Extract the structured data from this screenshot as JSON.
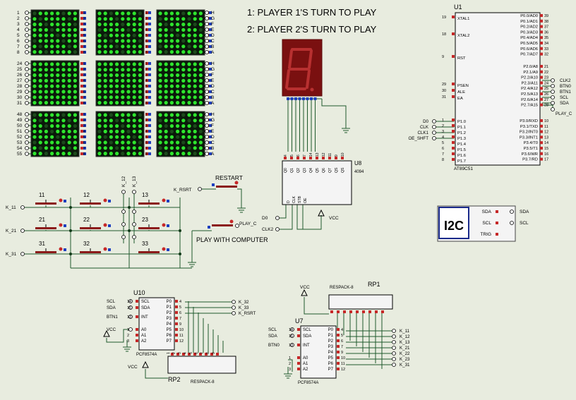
{
  "messages": {
    "player1": "1: PLAYER 1'S TURN TO PLAY",
    "player2": "2: PLAYER 2'S TURN TO PLAY"
  },
  "matrix": {
    "row_pins": [
      [
        "1",
        "2",
        "3",
        "4",
        "5",
        "6",
        "7",
        "8"
      ],
      [
        "24",
        "25",
        "26",
        "27",
        "28",
        "29",
        "30",
        "31"
      ],
      [
        "48",
        "49",
        "50",
        "51",
        "52",
        "53",
        "54",
        "55"
      ]
    ],
    "col_letters": [
      "H",
      "G",
      "F",
      "E",
      "D",
      "C",
      "B",
      "A"
    ]
  },
  "u1": {
    "ref": "U1",
    "part": "AT89C51",
    "left_pins": [
      {
        "n": "19",
        "name": "XTAL1"
      },
      {
        "n": "18",
        "name": "XTAL2"
      },
      {
        "n": "9",
        "name": "RST"
      },
      {
        "n": "29",
        "name": "PSEN"
      },
      {
        "n": "30",
        "name": "ALE"
      },
      {
        "n": "31",
        "name": "EA"
      },
      {
        "n": "1",
        "name": "P1.0"
      },
      {
        "n": "2",
        "name": "P1.1"
      },
      {
        "n": "3",
        "name": "P1.2"
      },
      {
        "n": "4",
        "name": "P1.3"
      },
      {
        "n": "5",
        "name": "P1.4"
      },
      {
        "n": "6",
        "name": "P1.5"
      },
      {
        "n": "7",
        "name": "P1.6"
      },
      {
        "n": "8",
        "name": "P1.7"
      }
    ],
    "right_pins": [
      {
        "n": "39",
        "name": "P0.0/AD0"
      },
      {
        "n": "38",
        "name": "P0.1/AD1"
      },
      {
        "n": "37",
        "name": "P0.2/AD2"
      },
      {
        "n": "36",
        "name": "P0.3/AD3"
      },
      {
        "n": "35",
        "name": "P0.4/AD4"
      },
      {
        "n": "34",
        "name": "P0.5/AD5"
      },
      {
        "n": "33",
        "name": "P0.6/AD6"
      },
      {
        "n": "32",
        "name": "P0.7/AD7"
      },
      {
        "n": "21",
        "name": "P2.0/A8"
      },
      {
        "n": "22",
        "name": "P2.1/A9"
      },
      {
        "n": "23",
        "name": "P2.2/A10"
      },
      {
        "n": "24",
        "name": "P2.3/A11"
      },
      {
        "n": "25",
        "name": "P2.4/A12"
      },
      {
        "n": "26",
        "name": "P2.5/A13"
      },
      {
        "n": "27",
        "name": "P2.6/A14"
      },
      {
        "n": "28",
        "name": "P2.7/A15"
      },
      {
        "n": "10",
        "name": "P3.0/RXD"
      },
      {
        "n": "11",
        "name": "P3.1/TXD"
      },
      {
        "n": "12",
        "name": "P3.2/INT0"
      },
      {
        "n": "13",
        "name": "P3.3/INT1"
      },
      {
        "n": "14",
        "name": "P3.4/T0"
      },
      {
        "n": "15",
        "name": "P3.5/T1"
      },
      {
        "n": "16",
        "name": "P3.6/WR"
      },
      {
        "n": "17",
        "name": "P3.7/RD"
      }
    ],
    "p1_nets": [
      "D0",
      "CLK",
      "CLK1",
      "OE_SHFT"
    ],
    "p2_nets": [
      "CLK2",
      "BTN0",
      "BTN1",
      "SCL",
      "SDA"
    ],
    "p2_extra_net": "PLAY_C"
  },
  "u8": {
    "ref": "U8",
    "part": "4094",
    "top_pins": [
      "Q0",
      "Q1",
      "Q2",
      "Q3",
      "Q4",
      "Q5",
      "Q6",
      "Q7",
      "QS",
      "QS"
    ],
    "top_pin_nums": [
      "4",
      "5",
      "6",
      "7",
      "14",
      "13",
      "12",
      "11",
      "9",
      "10"
    ],
    "left_pins": [
      "D",
      "CLK",
      "STB",
      "OE"
    ],
    "left_nums": [
      "2",
      "3",
      "1",
      "15"
    ],
    "nets": {
      "d0": "D0",
      "clk2": "CLK2",
      "vcc": "VCC"
    }
  },
  "switches": {
    "labels": [
      "11",
      "12",
      "13",
      "21",
      "22",
      "23",
      "31",
      "32",
      "33"
    ],
    "row_nets": [
      "K_11",
      "K_21",
      "K_31"
    ],
    "col_nets": [
      "K_12",
      "K_13"
    ],
    "restart": "RESTART",
    "restart_net": "K_RSRT",
    "play_c": "PLAY_C",
    "play_computer": "PLAY WITH COMPUTER"
  },
  "i2c": {
    "title": "I2C",
    "pins": [
      "SDA",
      "SCL",
      "TRIG"
    ],
    "nets": [
      "SDA",
      "SCL"
    ]
  },
  "u10": {
    "ref": "U10",
    "part": "PCF8574A",
    "left": [
      {
        "n": "14",
        "name": "SCL",
        "net": "SCL"
      },
      {
        "n": "15",
        "name": "SDA",
        "net": "SDA"
      },
      {
        "n": "13",
        "name": "INT",
        "net": "BTN1"
      },
      {
        "n": "1",
        "name": "A0",
        "net": "VCC"
      },
      {
        "n": "2",
        "name": "A1",
        "net": ""
      },
      {
        "n": "3",
        "name": "A2",
        "net": ""
      }
    ],
    "right": [
      {
        "n": "4",
        "name": "P0"
      },
      {
        "n": "5",
        "name": "P1"
      },
      {
        "n": "6",
        "name": "P2"
      },
      {
        "n": "7",
        "name": "P3"
      },
      {
        "n": "9",
        "name": "P4"
      },
      {
        "n": "10",
        "name": "P5"
      },
      {
        "n": "11",
        "name": "P6"
      },
      {
        "n": "12",
        "name": "P7"
      }
    ],
    "nets": [
      "K_32",
      "K_33",
      "K_RSRT"
    ]
  },
  "u7": {
    "ref": "U7",
    "part": "PCF8574A",
    "left": [
      {
        "n": "14",
        "name": "SCL",
        "net": "SCL"
      },
      {
        "n": "15",
        "name": "SDA",
        "net": "SDA"
      },
      {
        "n": "13",
        "name": "INT",
        "net": "BTN0"
      },
      {
        "n": "1",
        "name": "A0",
        "net": ""
      },
      {
        "n": "2",
        "name": "A1",
        "net": ""
      },
      {
        "n": "3",
        "name": "A2",
        "net": ""
      }
    ],
    "right": [
      {
        "n": "4",
        "name": "P0"
      },
      {
        "n": "5",
        "name": "P1"
      },
      {
        "n": "6",
        "name": "P2"
      },
      {
        "n": "7",
        "name": "P3"
      },
      {
        "n": "9",
        "name": "P4"
      },
      {
        "n": "10",
        "name": "P5"
      },
      {
        "n": "11",
        "name": "P6"
      },
      {
        "n": "12",
        "name": "P7"
      }
    ],
    "nets": [
      "K_11",
      "K_12",
      "K_13",
      "K_21",
      "K_22",
      "K_23",
      "K_31"
    ]
  },
  "rp1": {
    "ref": "RP1",
    "part": "RESPACK-8",
    "vcc": "VCC"
  },
  "rp2": {
    "ref": "RP2",
    "part": "RESPACK-8",
    "vcc": "VCC"
  },
  "colors": {
    "background": "#e8ecdf",
    "wire": "#1f5a2c",
    "component": "#8b1a1a",
    "led_on": "#2ee52e",
    "led_off": "#1c4a1c",
    "matrix_bg": "#0a1a0a",
    "red_text": "#8b1a1a",
    "i2c_border": "#1a2a8a"
  }
}
